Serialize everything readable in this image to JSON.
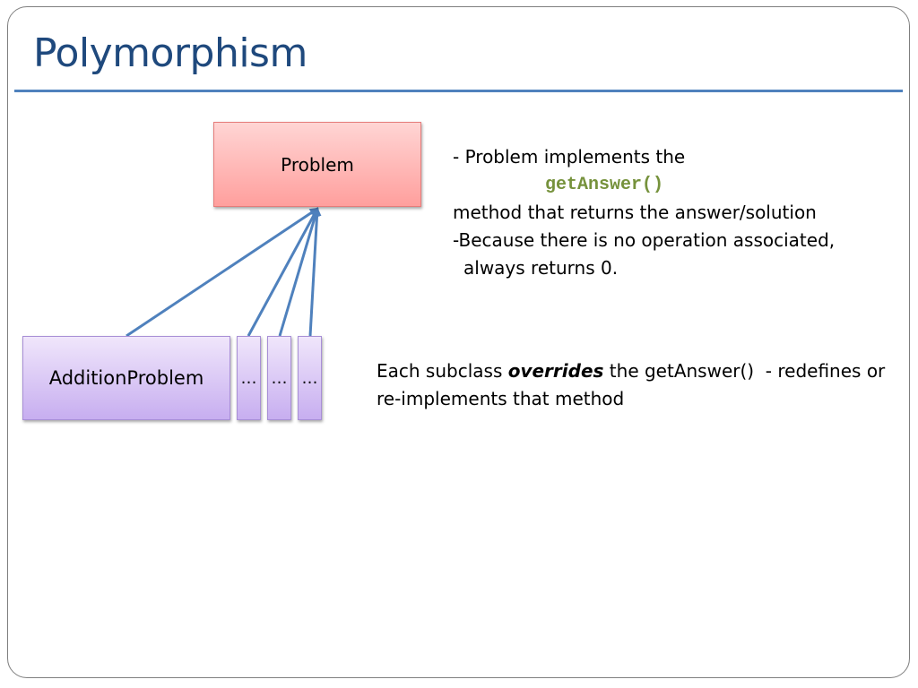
{
  "slide": {
    "title": "Polymorphism"
  },
  "diagram": {
    "parent": {
      "label": "Problem"
    },
    "children": [
      {
        "label": "AdditionProblem"
      },
      {
        "label": "…"
      },
      {
        "label": "…"
      },
      {
        "label": "…"
      }
    ],
    "colors": {
      "parent_fill": "#ff9f9d",
      "child_fill": "#c7aef0",
      "arrow": "#4f81bd",
      "title": "#1f497d",
      "code": "#76923c"
    }
  },
  "description_top": {
    "line1": "- Problem implements the",
    "code": "getAnswer()",
    "line3": "method that returns the answer/solution",
    "line4": "-Because there is no operation associated,",
    "line5": "always returns 0."
  },
  "description_bottom": {
    "prefix": "Each subclass ",
    "emphasis": "overrides",
    "suffix": " the getAnswer()  - redefines or",
    "line2": "re-implements that method"
  }
}
